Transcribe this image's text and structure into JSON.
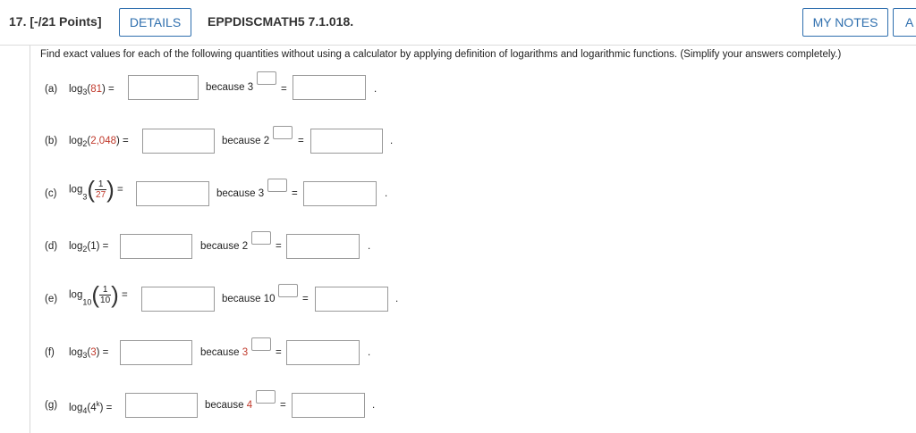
{
  "header": {
    "question_number": "17.",
    "points": "[-/21 Points]",
    "details_label": "DETAILS",
    "source": "EPPDISCMATH5 7.1.018.",
    "my_notes_label": "MY NOTES",
    "ask_label": "A"
  },
  "instructions": "Find exact values for each of the following quantities without using a calculator by applying definition of logarithms and logarithmic functions. (Simplify your answers completely.)",
  "parts": {
    "a": {
      "label": "(a)",
      "fn": "log",
      "base": "3",
      "arg": "81",
      "because": "because",
      "because_base": "3",
      "eq": "="
    },
    "b": {
      "label": "(b)",
      "fn": "log",
      "base": "2",
      "arg": "2,048",
      "because": "because",
      "because_base": "2",
      "eq": "="
    },
    "c": {
      "label": "(c)",
      "fn": "log",
      "base": "3",
      "num": "1",
      "den": "27",
      "because": "because",
      "because_base": "3",
      "eq": "="
    },
    "d": {
      "label": "(d)",
      "fn": "log",
      "base": "2",
      "arg": "1",
      "because": "because",
      "because_base": "2",
      "eq": "="
    },
    "e": {
      "label": "(e)",
      "fn": "log",
      "base": "10",
      "num": "1",
      "den": "10",
      "because": "because",
      "because_base": "10",
      "eq": "="
    },
    "f": {
      "label": "(f)",
      "fn": "log",
      "base": "3",
      "arg": "3",
      "because": "because",
      "because_base": "3",
      "eq": "="
    },
    "g": {
      "label": "(g)",
      "fn": "log",
      "base": "4",
      "arg": "4",
      "arg_exp": "k",
      "because": "because",
      "because_base": "4",
      "eq": "="
    }
  },
  "period": ".",
  "colors": {
    "accent": "#2f6fae",
    "value_red": "#c0392b"
  }
}
